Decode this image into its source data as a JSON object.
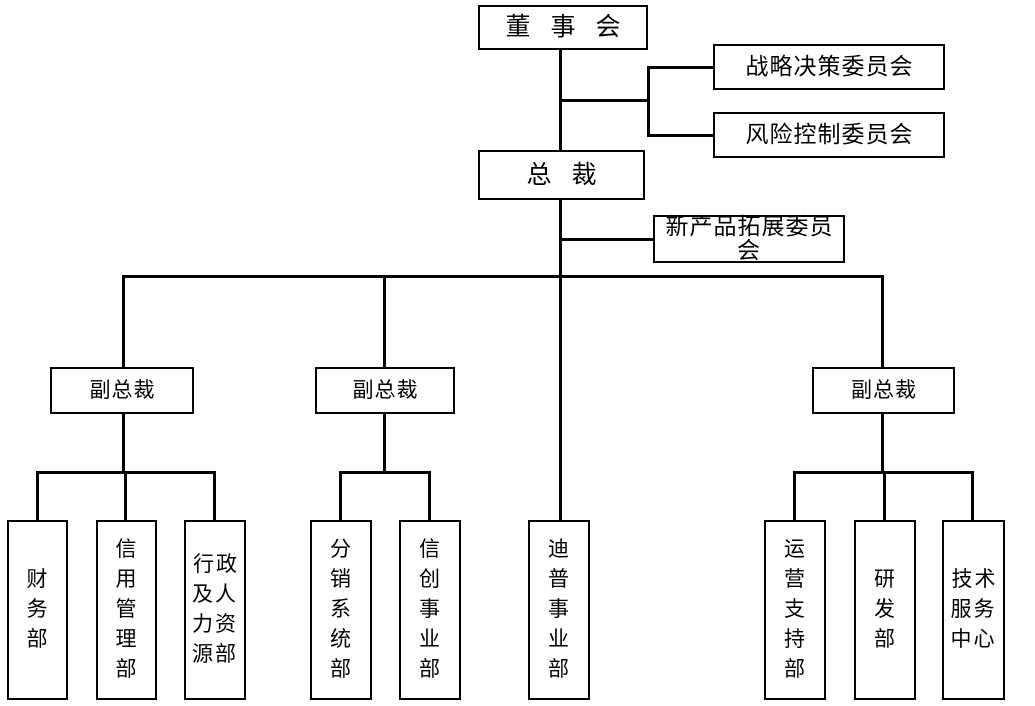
{
  "document": {
    "type": "organizational-chart",
    "title": "公司组织结构图",
    "language": "zh-CN",
    "background_color": "#ffffff",
    "line_color": "#000000",
    "text_color": "#000000"
  },
  "nodes": {
    "board": {
      "label": "董 事 会",
      "level": 0
    },
    "strategy_committee": {
      "label": "战略决策委员会",
      "level": 1
    },
    "risk_committee": {
      "label": "风险控制委员会",
      "level": 1
    },
    "president": {
      "label": "总  裁",
      "level": 1
    },
    "new_product_committee": {
      "label": "新产品拓展委员会",
      "level": 2
    },
    "vp_left": {
      "label": "副总裁",
      "level": 2
    },
    "vp_middle": {
      "label": "副总裁",
      "level": 2
    },
    "vp_right": {
      "label": "副总裁",
      "level": 2
    }
  },
  "departments": {
    "left_group": [
      {
        "label": "财\n务\n部"
      },
      {
        "label": "信\n用\n管\n理\n部"
      },
      {
        "label": "行政\n及人\n力资\n源部"
      }
    ],
    "middle_group": [
      {
        "label": "分\n销\n系\n统\n部"
      },
      {
        "label": "信\n创\n事\n业\n部"
      }
    ],
    "president_direct": [
      {
        "label": "迪\n普\n事\n业\n部"
      }
    ],
    "right_group": [
      {
        "label": "运\n营\n支\n持\n部"
      },
      {
        "label": "研\n发\n部"
      },
      {
        "label": "技术\n服务\n中心"
      }
    ]
  }
}
